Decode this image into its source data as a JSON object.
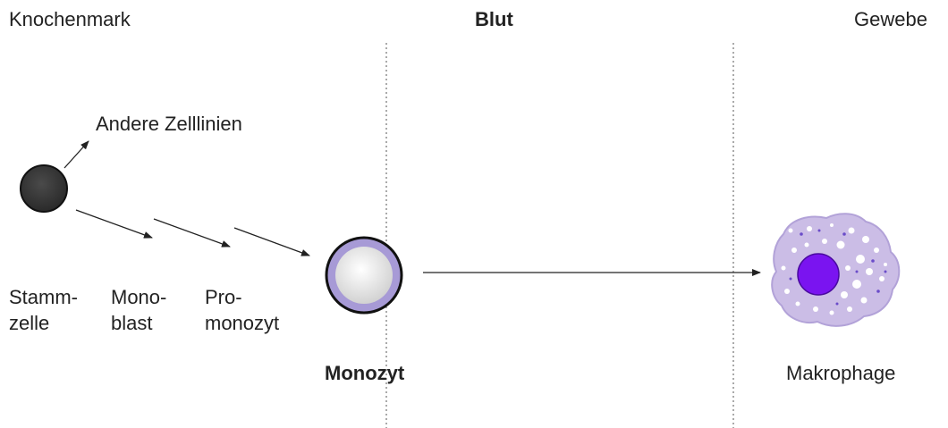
{
  "regions": {
    "marrow": "Knochenmark",
    "blood": "Blut",
    "tissue": "Gewebe"
  },
  "cells": {
    "other_lines": "Andere Zelllinien",
    "stem_cell": "Stamm-\nzelle",
    "monoblast": "Mono-\nblast",
    "promonocyte": "Pro-\nmonozyt",
    "monocyte": "Monozyt",
    "macrophage": "Makrophage"
  },
  "colors": {
    "stem_cell_fill": "#333333",
    "monocyte_ring": "#a79ad6",
    "macrophage_body": "#cbbde6",
    "macrophage_nucleus": "#7a14f0",
    "divider": "#555555"
  }
}
